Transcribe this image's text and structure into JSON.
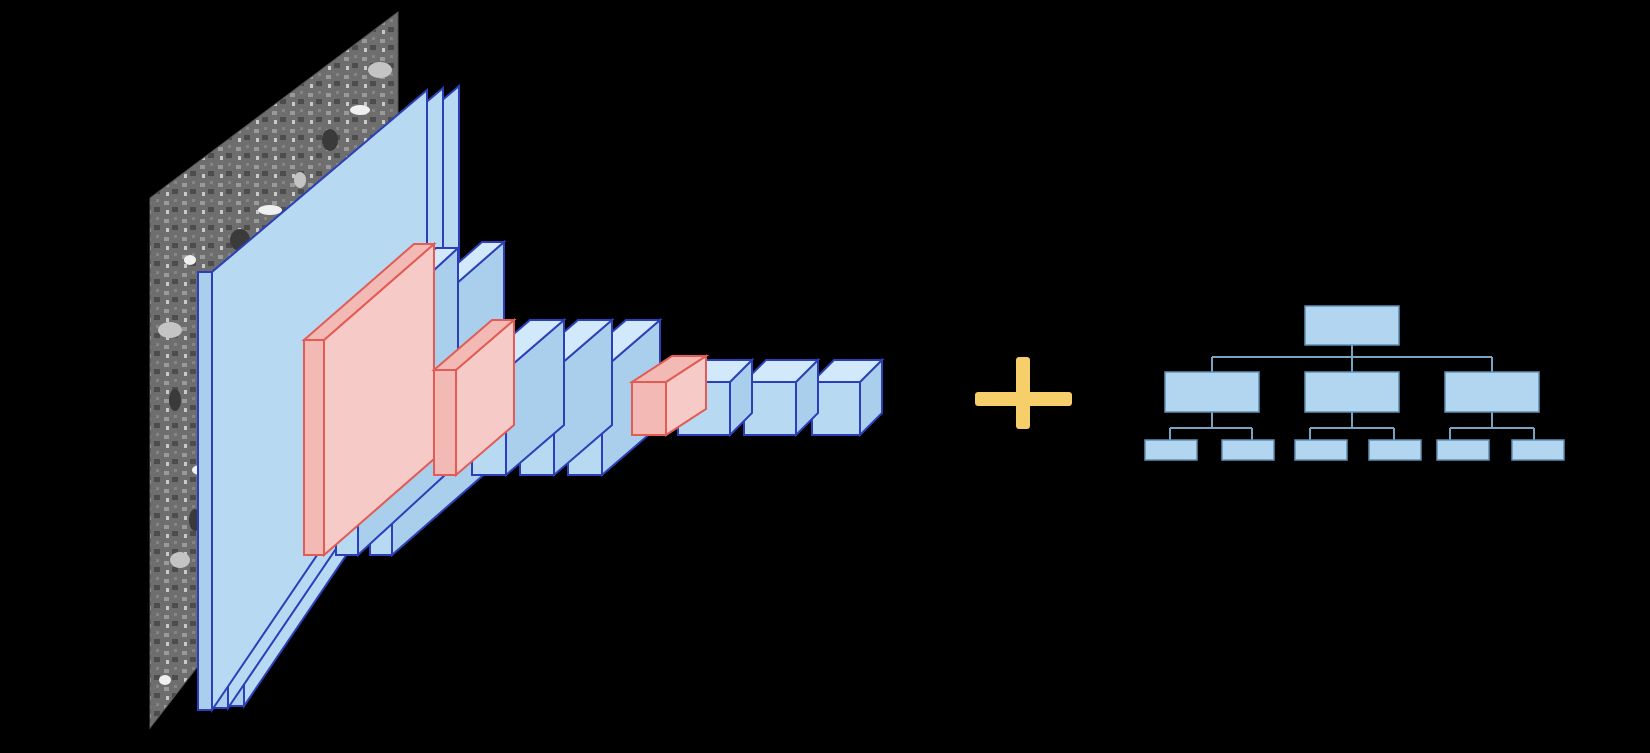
{
  "colors": {
    "background": "#000000",
    "block_fill": "#b7d9f2",
    "block_fill_top": "#d2e9fb",
    "block_fill_side": "#a9cfec",
    "block_stroke": "#2b3fb8",
    "pool_fill": "#f3b9b4",
    "pool_stroke": "#e25b55",
    "plus": "#f7cf6a",
    "tree_box": "#b3d6f0",
    "tree_box_stroke": "#5f8fb6",
    "tree_line": "#7aa3c2"
  },
  "input_image": {
    "icon": "grayscale-micrograph",
    "description_hidden": true
  },
  "cnn": {
    "stages": [
      {
        "conv_layers": 3,
        "has_pool": false
      },
      {
        "conv_layers": 2,
        "has_pool": true
      },
      {
        "conv_layers": 3,
        "has_pool": true
      },
      {
        "conv_layers": 3,
        "has_pool": true
      }
    ]
  },
  "operator": {
    "symbol": "plus",
    "icon": "plus-icon"
  },
  "tree": {
    "levels": 3,
    "children_per_node": [
      3,
      2
    ]
  }
}
